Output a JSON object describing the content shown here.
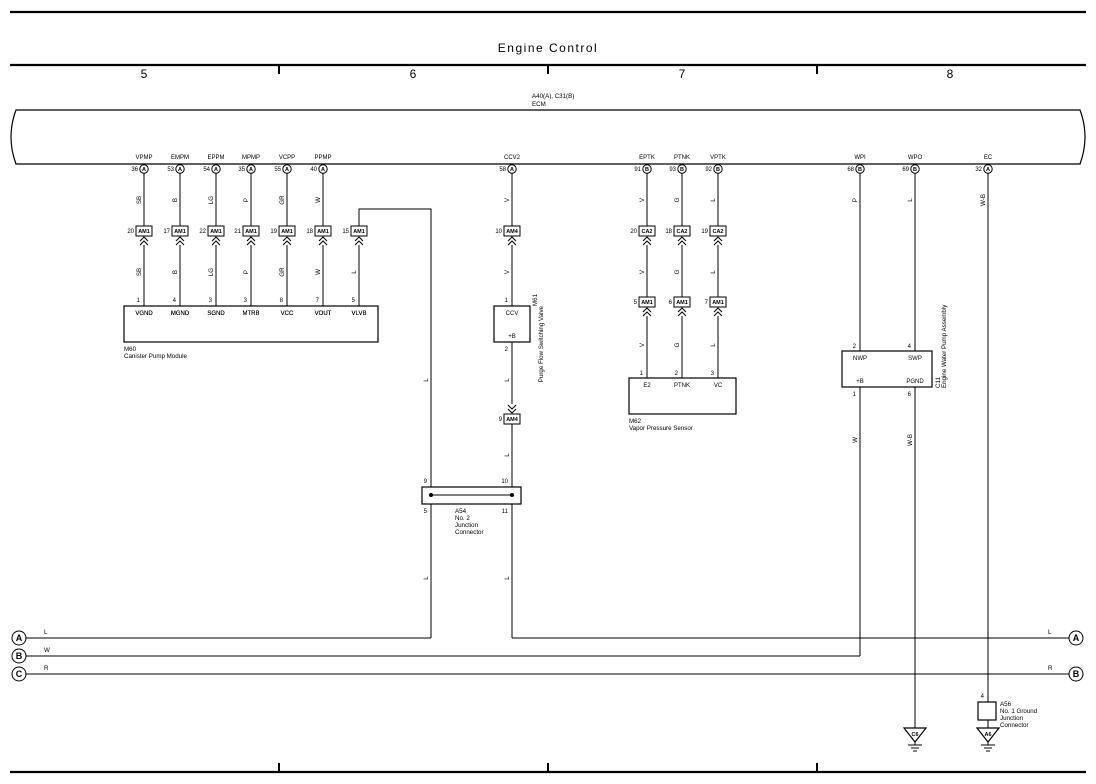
{
  "title": "Engine Control",
  "columns": [
    "5",
    "6",
    "7",
    "8"
  ],
  "ecm": {
    "code": "A40(A), C31(B)",
    "name": "ECM"
  },
  "terminals": [
    {
      "id": "t_vpmp",
      "label": "VPMP",
      "pin": "36",
      "conn": "A"
    },
    {
      "id": "t_empm",
      "label": "EMPM",
      "pin": "53",
      "conn": "A"
    },
    {
      "id": "t_eppm",
      "label": "EPPM",
      "pin": "54",
      "conn": "A"
    },
    {
      "id": "t_mpmp",
      "label": "MPMP",
      "pin": "35",
      "conn": "A"
    },
    {
      "id": "t_vcpp",
      "label": "VCPP",
      "pin": "55",
      "conn": "A"
    },
    {
      "id": "t_ppmp",
      "label": "PPMP",
      "pin": "40",
      "conn": "A"
    },
    {
      "id": "t_ccv2",
      "label": "CCV2",
      "pin": "58",
      "conn": "A"
    },
    {
      "id": "t_eptk",
      "label": "EPTK",
      "pin": "91",
      "conn": "B"
    },
    {
      "id": "t_ptnk",
      "label": "PTNK",
      "pin": "93",
      "conn": "B"
    },
    {
      "id": "t_vptk",
      "label": "VPTK",
      "pin": "92",
      "conn": "B"
    },
    {
      "id": "t_wpi",
      "label": "WPI",
      "pin": "68",
      "conn": "B"
    },
    {
      "id": "t_wpo",
      "label": "WPO",
      "pin": "69",
      "conn": "B"
    },
    {
      "id": "t_ec",
      "label": "EC",
      "pin": "32",
      "conn": "A"
    }
  ],
  "joints": [
    {
      "pin": "20",
      "name": "AM1"
    },
    {
      "pin": "17",
      "name": "AM1"
    },
    {
      "pin": "22",
      "name": "AM1"
    },
    {
      "pin": "21",
      "name": "AM1"
    },
    {
      "pin": "19",
      "name": "AM1"
    },
    {
      "pin": "18",
      "name": "AM1"
    },
    {
      "pin": "15",
      "name": "AM1"
    },
    {
      "pin": "10",
      "name": "AM4"
    },
    {
      "pin": "20",
      "name": "CA2"
    },
    {
      "pin": "18",
      "name": "CA2"
    },
    {
      "pin": "19",
      "name": "CA2"
    },
    {
      "pin": "5",
      "name": "AM1"
    },
    {
      "pin": "6",
      "name": "AM1"
    },
    {
      "pin": "7",
      "name": "AM1"
    },
    {
      "pin": "9",
      "name": "AM4"
    }
  ],
  "wire_colors": [
    "SB",
    "B",
    "LG",
    "P",
    "GR",
    "W",
    "V",
    "L",
    "G",
    "W-B"
  ],
  "canister_pump_module": {
    "code": "M60",
    "name": "Canister Pump Module",
    "pins": [
      {
        "num": "1",
        "label": "VGND"
      },
      {
        "num": "4",
        "label": "MGND"
      },
      {
        "num": "3",
        "label": "SGND"
      },
      {
        "num": "3",
        "label": "MTRB"
      },
      {
        "num": "8",
        "label": "VCC"
      },
      {
        "num": "7",
        "label": "VOUT"
      },
      {
        "num": "5",
        "label": "VLVB"
      }
    ]
  },
  "purge_valve": {
    "code": "M61",
    "name": "Purge Flow Switching Valve",
    "pin_in": "1",
    "pin_out": "2",
    "label_top": "CCV",
    "label_bottom": "+B"
  },
  "vapor_sensor": {
    "code": "M62",
    "name": "Vapor Pressure Sensor",
    "pins": [
      {
        "num": "1",
        "label": "E2"
      },
      {
        "num": "2",
        "label": "PTNK"
      },
      {
        "num": "3",
        "label": "VC"
      }
    ]
  },
  "water_pump": {
    "code": "C11",
    "name": "Engine Water Pump Assembly",
    "pins": [
      {
        "num": "2",
        "label": "NWP"
      },
      {
        "num": "4",
        "label": "SWP"
      },
      {
        "num": "1",
        "label": "+B"
      },
      {
        "num": "6",
        "label": "PGND"
      }
    ]
  },
  "junction_connector": {
    "code": "A54",
    "name1": "No. 2",
    "name2": "Junction",
    "name3": "Connector",
    "pins": [
      "9",
      "10",
      "5",
      "11"
    ]
  },
  "ground_junction": {
    "code": "A56",
    "name1": "No. 1 Ground",
    "name2": "Junction",
    "name3": "Connector",
    "pin": "4"
  },
  "grounds": [
    "C6",
    "A6"
  ],
  "buses": [
    {
      "tag": "A",
      "color": "L"
    },
    {
      "tag": "B",
      "color": "W"
    },
    {
      "tag": "C",
      "color": "R"
    }
  ]
}
